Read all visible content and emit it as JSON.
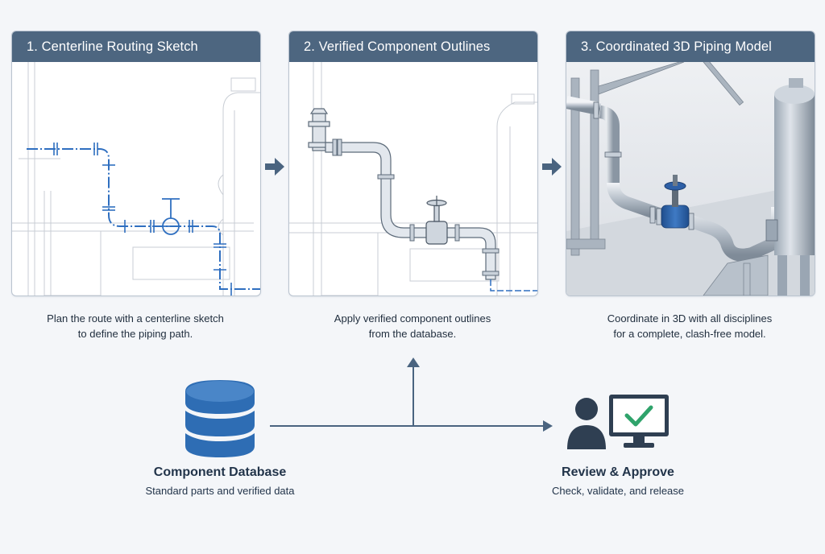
{
  "panels": [
    {
      "title": "1. Centerline Routing Sketch",
      "caption_line1": "Plan the route with a centerline sketch",
      "caption_line2": "to define the piping path."
    },
    {
      "title": "2. Verified Component Outlines",
      "caption_line1": "Apply verified component outlines",
      "caption_line2": "from the database."
    },
    {
      "title": "3. Coordinated 3D Piping Model",
      "caption_line1": "Coordinate in 3D with all disciplines",
      "caption_line2": "for a complete, clash-free model."
    }
  ],
  "database": {
    "title": "Component Database",
    "subtitle": "Standard parts and verified data",
    "icon": "database-icon"
  },
  "review": {
    "title": "Review & Approve",
    "subtitle": "Check, validate, and release",
    "icon": "user-monitor-check-icon"
  },
  "colors": {
    "header": "#4d6680",
    "arrow": "#4a6480",
    "centerline": "#2f6fc0",
    "database": "#2e6db4",
    "check": "#2fa36b",
    "valve_blue": "#2d5fa6"
  }
}
